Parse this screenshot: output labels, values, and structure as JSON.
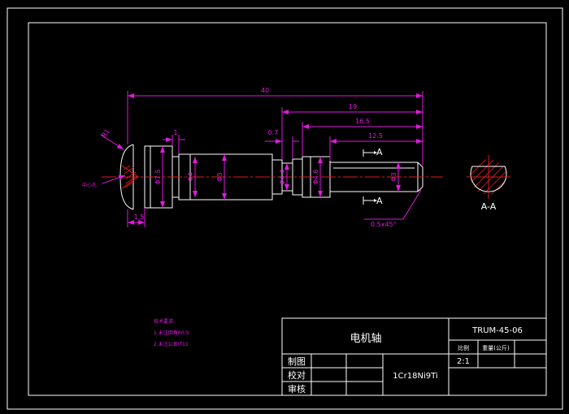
{
  "dimensions": {
    "total_length": "40",
    "len_19": "19",
    "len_16_5": "16.5",
    "len_12_5": "12.5",
    "len_0_7": "0.7",
    "len_1": "1",
    "len_1_5": "1.5",
    "radius": "R1",
    "center_hole": "中心孔",
    "dia_7_5": "Φ7.5",
    "dia_4": "Φ4",
    "dia_5": "Φ5",
    "dia_4_4": "Φ4.4",
    "dia_4_6": "Φ4.6",
    "dia_3": "Φ3",
    "chamfer": "0.5x45°"
  },
  "section": {
    "marker": "A",
    "label": "A-A"
  },
  "notes": {
    "title": "技术要求:",
    "line1": "1.未注倒角R0.5",
    "line2": "2.未注公差IT11"
  },
  "title_block": {
    "part_name": "电机轴",
    "drawing_number": "TRUM-45-06",
    "scale_label": "比例",
    "weight_label": "重量(公斤)",
    "scale_value": "2:1",
    "material": "1Cr18Ni9Ti",
    "drawn_label": "制图",
    "checked_label": "校对",
    "approved_label": "审核"
  }
}
